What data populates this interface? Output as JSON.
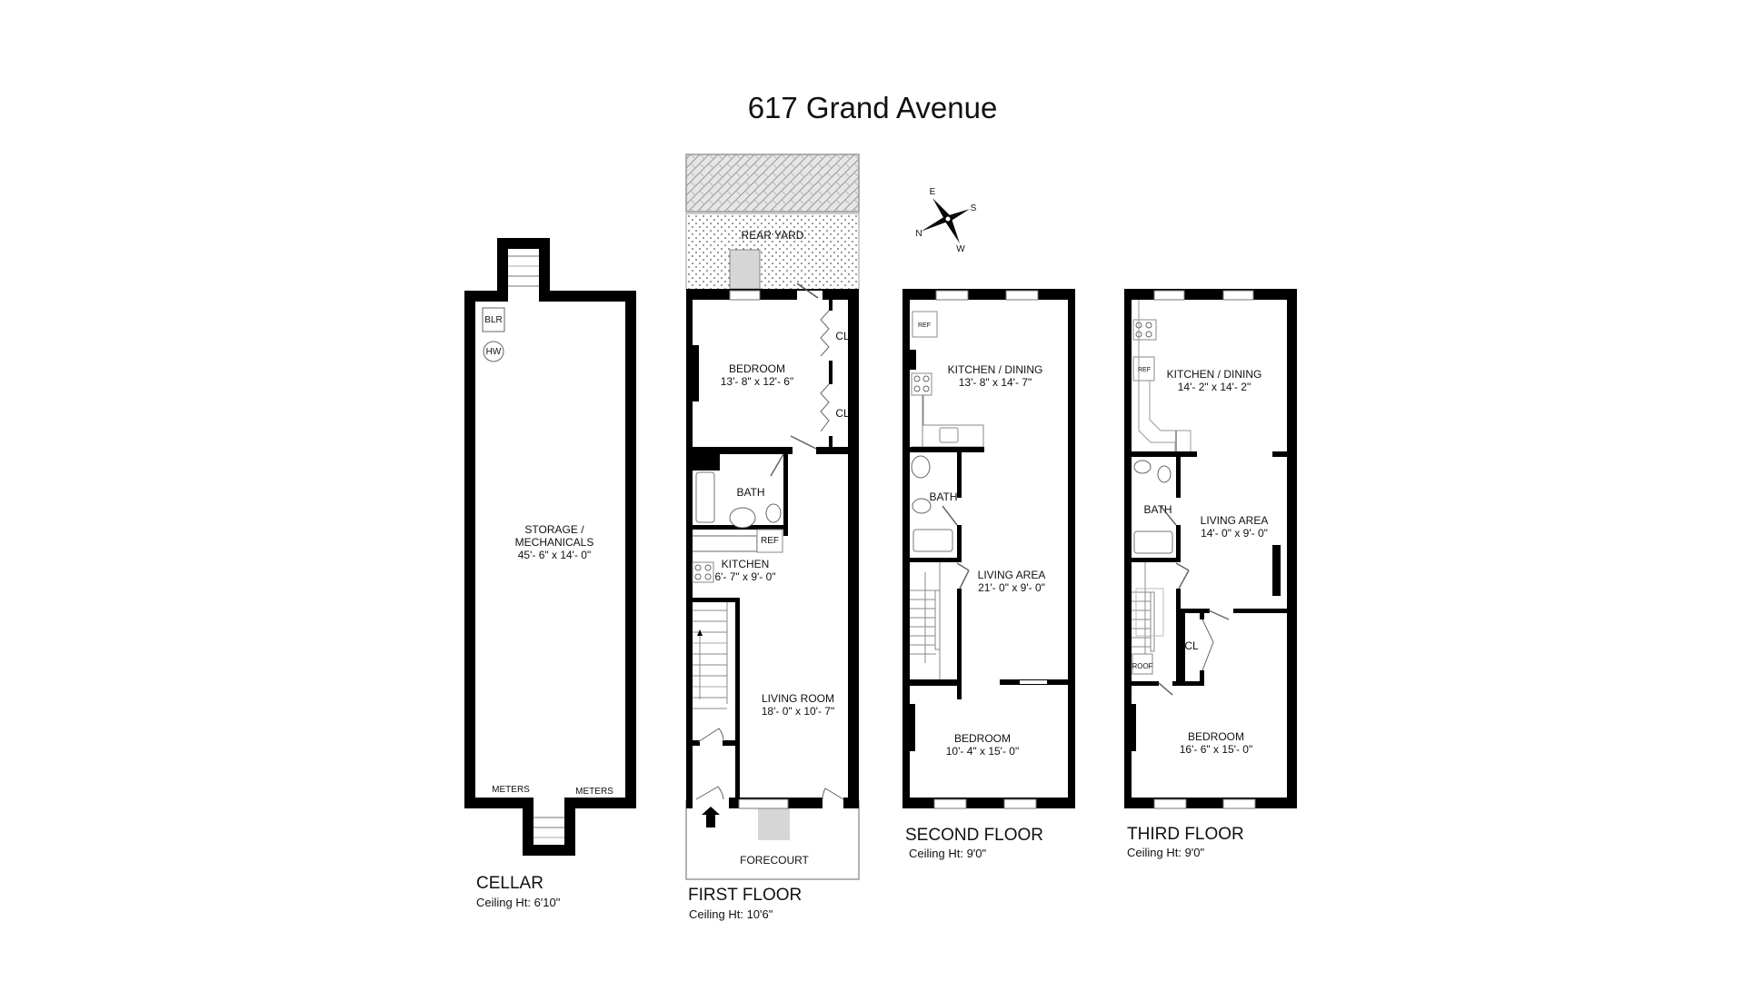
{
  "title": "617 Grand Avenue",
  "compass": {
    "labels": {
      "n": "N",
      "s": "S",
      "e": "E",
      "w": "W"
    }
  },
  "floors": {
    "cellar": {
      "name": "CELLAR",
      "ceiling": "Ceiling Ht: 6'10\"",
      "rooms": [
        {
          "name": "STORAGE /",
          "name2": "MECHANICALS",
          "dim": "45'- 6\" x 14'- 0\""
        }
      ],
      "fixtures": {
        "boiler": "BLR",
        "water_heater": "HW",
        "meters_left": "METERS",
        "meters_right": "METERS"
      }
    },
    "first": {
      "name": "FIRST FLOOR",
      "ceiling": "Ceiling Ht: 10'6\"",
      "rooms": [
        {
          "name": "BEDROOM",
          "dim": "13'- 8\" x 12'- 6\""
        },
        {
          "name": "BATH"
        },
        {
          "name": "KITCHEN",
          "dim": "6'- 7\" x 9'- 0\""
        },
        {
          "name": "LIVING ROOM",
          "dim": "18'- 0\" x 10'- 7\""
        }
      ],
      "closets": [
        "CL",
        "CL"
      ],
      "ref": "REF",
      "outdoor": {
        "rear": "REAR YARD",
        "front": "FORECOURT"
      }
    },
    "second": {
      "name": "SECOND FLOOR",
      "ceiling": "Ceiling Ht: 9'0\"",
      "rooms": [
        {
          "name": "KITCHEN / DINING",
          "dim": "13'- 8\" x 14'- 7\""
        },
        {
          "name": "BATH"
        },
        {
          "name": "LIVING AREA",
          "dim": "21'- 0\" x 9'- 0\""
        },
        {
          "name": "BEDROOM",
          "dim": "10'- 4\" x 15'- 0\""
        }
      ],
      "ref": "REF"
    },
    "third": {
      "name": "THIRD FLOOR",
      "ceiling": "Ceiling Ht: 9'0\"",
      "rooms": [
        {
          "name": "KITCHEN / DINING",
          "dim": "14'- 2\" x 14'- 2\""
        },
        {
          "name": "BATH"
        },
        {
          "name": "LIVING AREA",
          "dim": "14'- 0\" x 9'- 0\""
        },
        {
          "name": "BEDROOM",
          "dim": "16'- 6\" x 15'- 0\""
        }
      ],
      "closets": [
        "CL"
      ],
      "ref": "REF",
      "roof": "ROOF"
    }
  }
}
